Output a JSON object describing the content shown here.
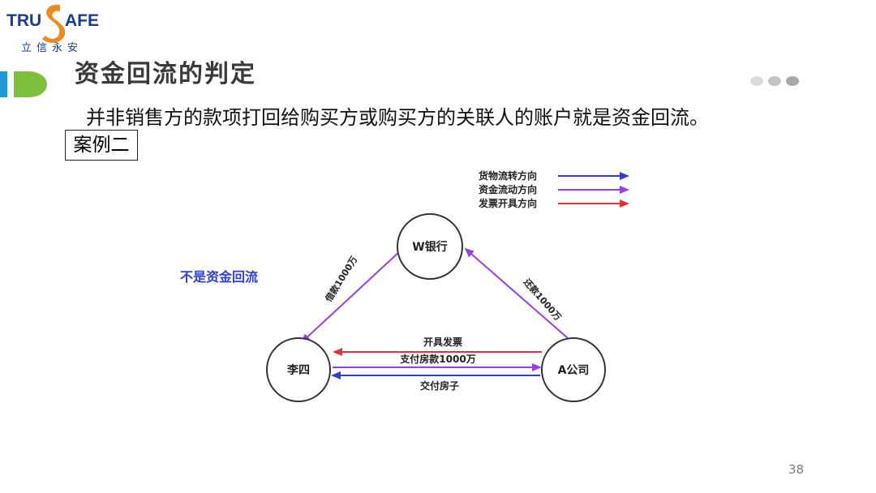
{
  "logo": {
    "brand_text": "TRUSAFE",
    "subtitle": "立信永安",
    "colors": {
      "text": "#1a3c8c",
      "accent": "#f08a1c"
    }
  },
  "slide": {
    "title": "资金回流的判定",
    "subtitle": "并非销售方的款项打回给购买方或购买方的关联人的账户就是资金回流。",
    "case_label": "案例二",
    "page_number": "38"
  },
  "diagram": {
    "legend": [
      {
        "label": "货物流转方向",
        "color": "#2f3fd6"
      },
      {
        "label": "资金流动方向",
        "color": "#9a3ee8"
      },
      {
        "label": "发票开具方向",
        "color": "#e5323a"
      }
    ],
    "conclusion": "不是资金回流",
    "conclusion_color": "#2f3fd6",
    "nodes": {
      "bank": "W银行",
      "lisi": "李四",
      "company": "A公司"
    },
    "edges": {
      "loan": "借款1000万",
      "repay": "还款1000万",
      "invoice": "开具发票",
      "payment": "支付房款1000万",
      "deliver": "交付房子"
    }
  }
}
